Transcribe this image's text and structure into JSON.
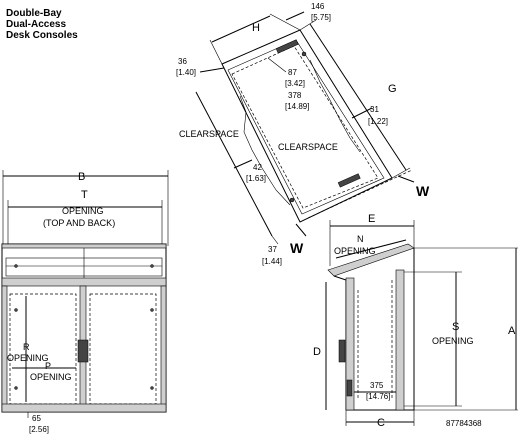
{
  "title": {
    "line1": "Double-Bay",
    "line2": "Dual-Access",
    "line3": "Desk Consoles"
  },
  "top_view": {
    "dim_146": "146",
    "dim_146_in": "[5.75]",
    "label_H": "H",
    "dim_36": "36",
    "dim_36_in": "[1.40]",
    "dim_87": "87",
    "dim_87_in": "[3.42]",
    "dim_378": "378",
    "dim_378_in": "[14.89]",
    "label_G": "G",
    "dim_31": "31",
    "dim_31_in": "[1.22]",
    "clearspace_left": "CLEARSPACE",
    "clearspace_center": "CLEARSPACE",
    "dim_42": "42",
    "dim_42_in": "[1.63]",
    "label_W_right": "W",
    "label_W_left": "W",
    "dim_37": "37",
    "dim_37_in": "[1.44]"
  },
  "front_view": {
    "label_B": "B",
    "label_T": "T",
    "opening_top_back_1": "OPENING",
    "opening_top_back_2": "(TOP AND BACK)",
    "label_R": "R",
    "r_opening": "OPENING",
    "label_P": "P",
    "p_opening": "OPENING",
    "dim_65": "65",
    "dim_65_in": "[2.56]"
  },
  "side_view": {
    "label_E": "E",
    "label_N": "N",
    "n_opening": "OPENING",
    "label_D": "D",
    "label_S": "S",
    "s_opening": "OPENING",
    "label_A": "A",
    "dim_375": "375",
    "dim_375_in": "[14.76]",
    "label_C": "C",
    "part_number": "87784368"
  }
}
